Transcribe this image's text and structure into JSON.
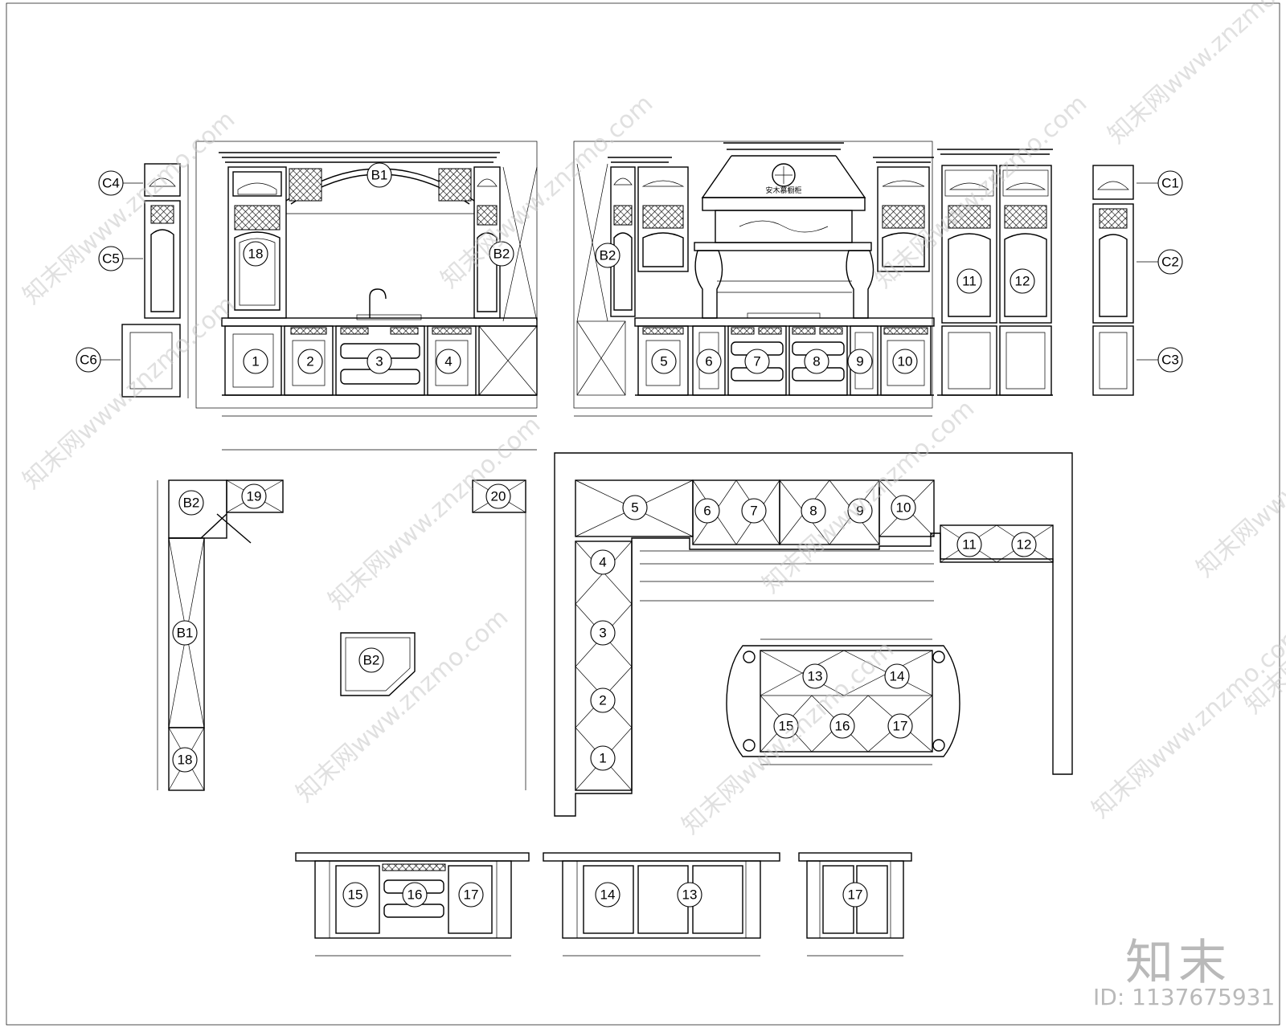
{
  "tags": {
    "side_panel_left": [
      "C4",
      "C5",
      "C6"
    ],
    "side_panel_right": [
      "C1",
      "C2",
      "C3"
    ],
    "elev_a_upper": [
      "B1",
      "18",
      "B2"
    ],
    "elev_a_lower": [
      "1",
      "2",
      "3",
      "4"
    ],
    "elev_b_upper": [
      "B2",
      "11",
      "12"
    ],
    "elev_b_lower": [
      "5",
      "6",
      "7",
      "8",
      "9",
      "10"
    ],
    "plan_left": [
      "B2",
      "19",
      "20",
      "B1",
      "18"
    ],
    "plan_corner": "B2",
    "plan_right_top": [
      "5",
      "6",
      "7",
      "8",
      "9",
      "10"
    ],
    "plan_right_tall": [
      "11",
      "12"
    ],
    "plan_right_col": [
      "4",
      "3",
      "2",
      "1"
    ],
    "island_plan": [
      "13",
      "14",
      "15",
      "16",
      "17"
    ],
    "island_elev_1": [
      "15",
      "16",
      "17"
    ],
    "island_elev_2": [
      "14",
      "13"
    ],
    "island_elev_3": [
      "17"
    ]
  },
  "hood_text": "安木慕橱柜",
  "watermark": {
    "repeat_text": "知末网www.znzmo.com",
    "brand": "知末",
    "id_line": "ID: 1137675931"
  }
}
